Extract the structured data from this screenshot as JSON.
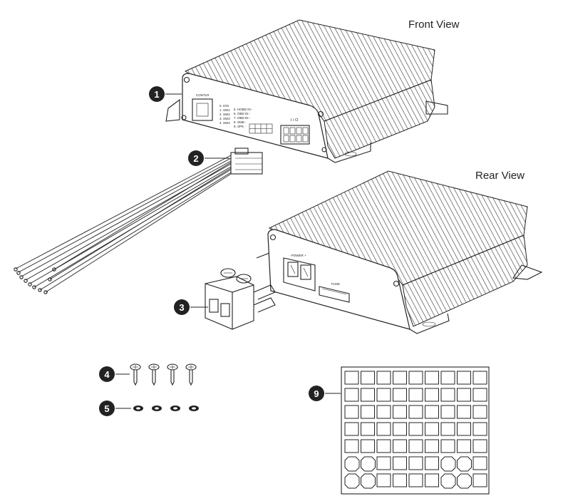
{
  "views": {
    "front_view": "Front View",
    "rear_view": "Rear View"
  },
  "front_panel": {
    "port_label": "CONTLR",
    "switch_label": "I / O",
    "pins_left": [
      "0. IGN",
      "1. SW1",
      "2. SW2",
      "3. SW3",
      "4. SW4"
    ],
    "pins_right": [
      "5. HOBD IN -",
      "6. OBD IN -",
      "7. OBD IN -",
      "8. SMD -",
      "9. SPK -"
    ]
  },
  "rear_panel": {
    "power_label": "- POWER +",
    "fuse_label": "FUSE"
  },
  "callouts": [
    "1",
    "2",
    "3",
    "4",
    "5",
    "9"
  ]
}
